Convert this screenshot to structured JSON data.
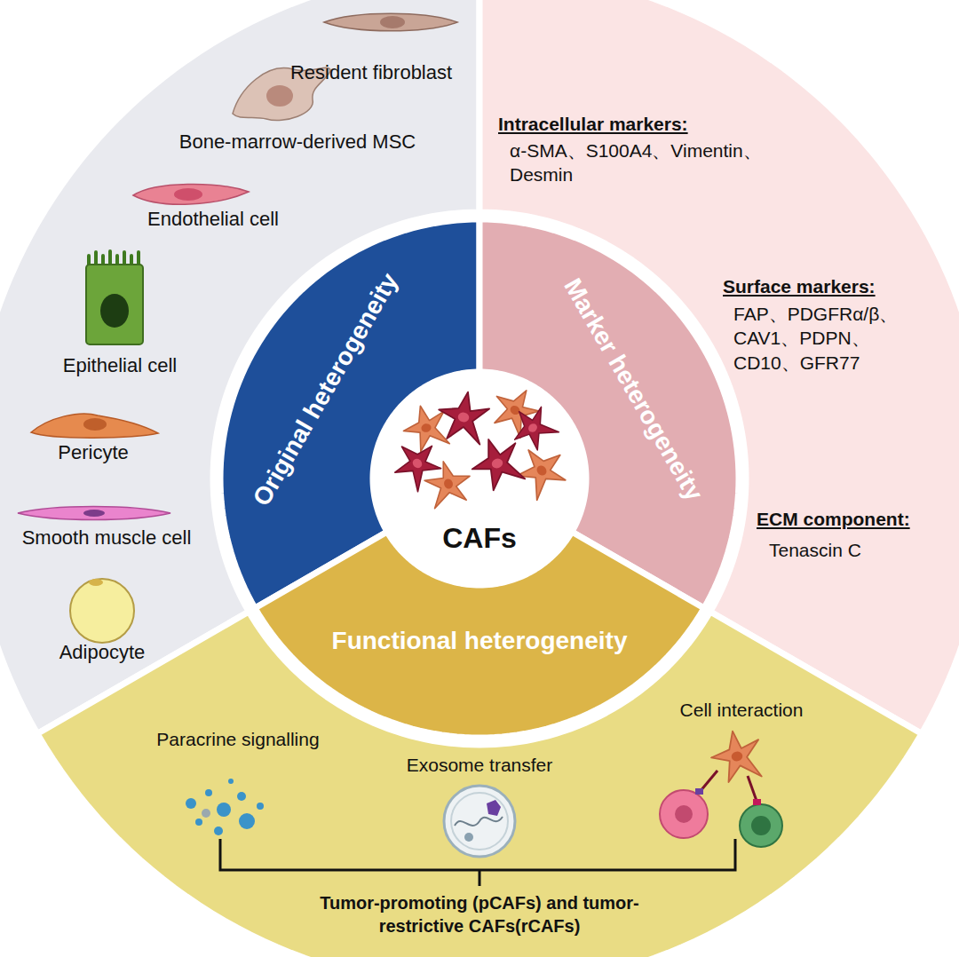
{
  "diagram": {
    "nodes": [
      {
        "text": [
          "Resident fibroblast",
          "Bone-marrow-derived MSC",
          "Endothelial cell",
          "Epithelial cell",
          "Pericyte",
          "Smooth muscle cell",
          "Adipocyte"
        ]
      },
      {
        "text": [
          "Intracellular markers:",
          "α-SMA、S100A4、Vimentin、 Desmin",
          "Surface markers:",
          "FAP、PDGFRα/β、 CAV1、PDPN、 CD10、GFR77",
          "ECM component:",
          "Tenascin C"
        ]
      },
      {
        "text": [
          "Paracrine signalling",
          "Exosome transfer",
          "Cell interaction",
          "Tumor-promoting (pCAFs) and tumor-restrictive CAFs(rCAFs)"
        ]
      },
      {
        "text": [
          "Original heterogeneity"
        ]
      },
      {
        "text": [
          "Marker heterogeneity"
        ]
      },
      {
        "text": [
          "Functional heterogeneity"
        ]
      },
      {
        "text": [
          "CAFs"
        ]
      }
    ]
  }
}
